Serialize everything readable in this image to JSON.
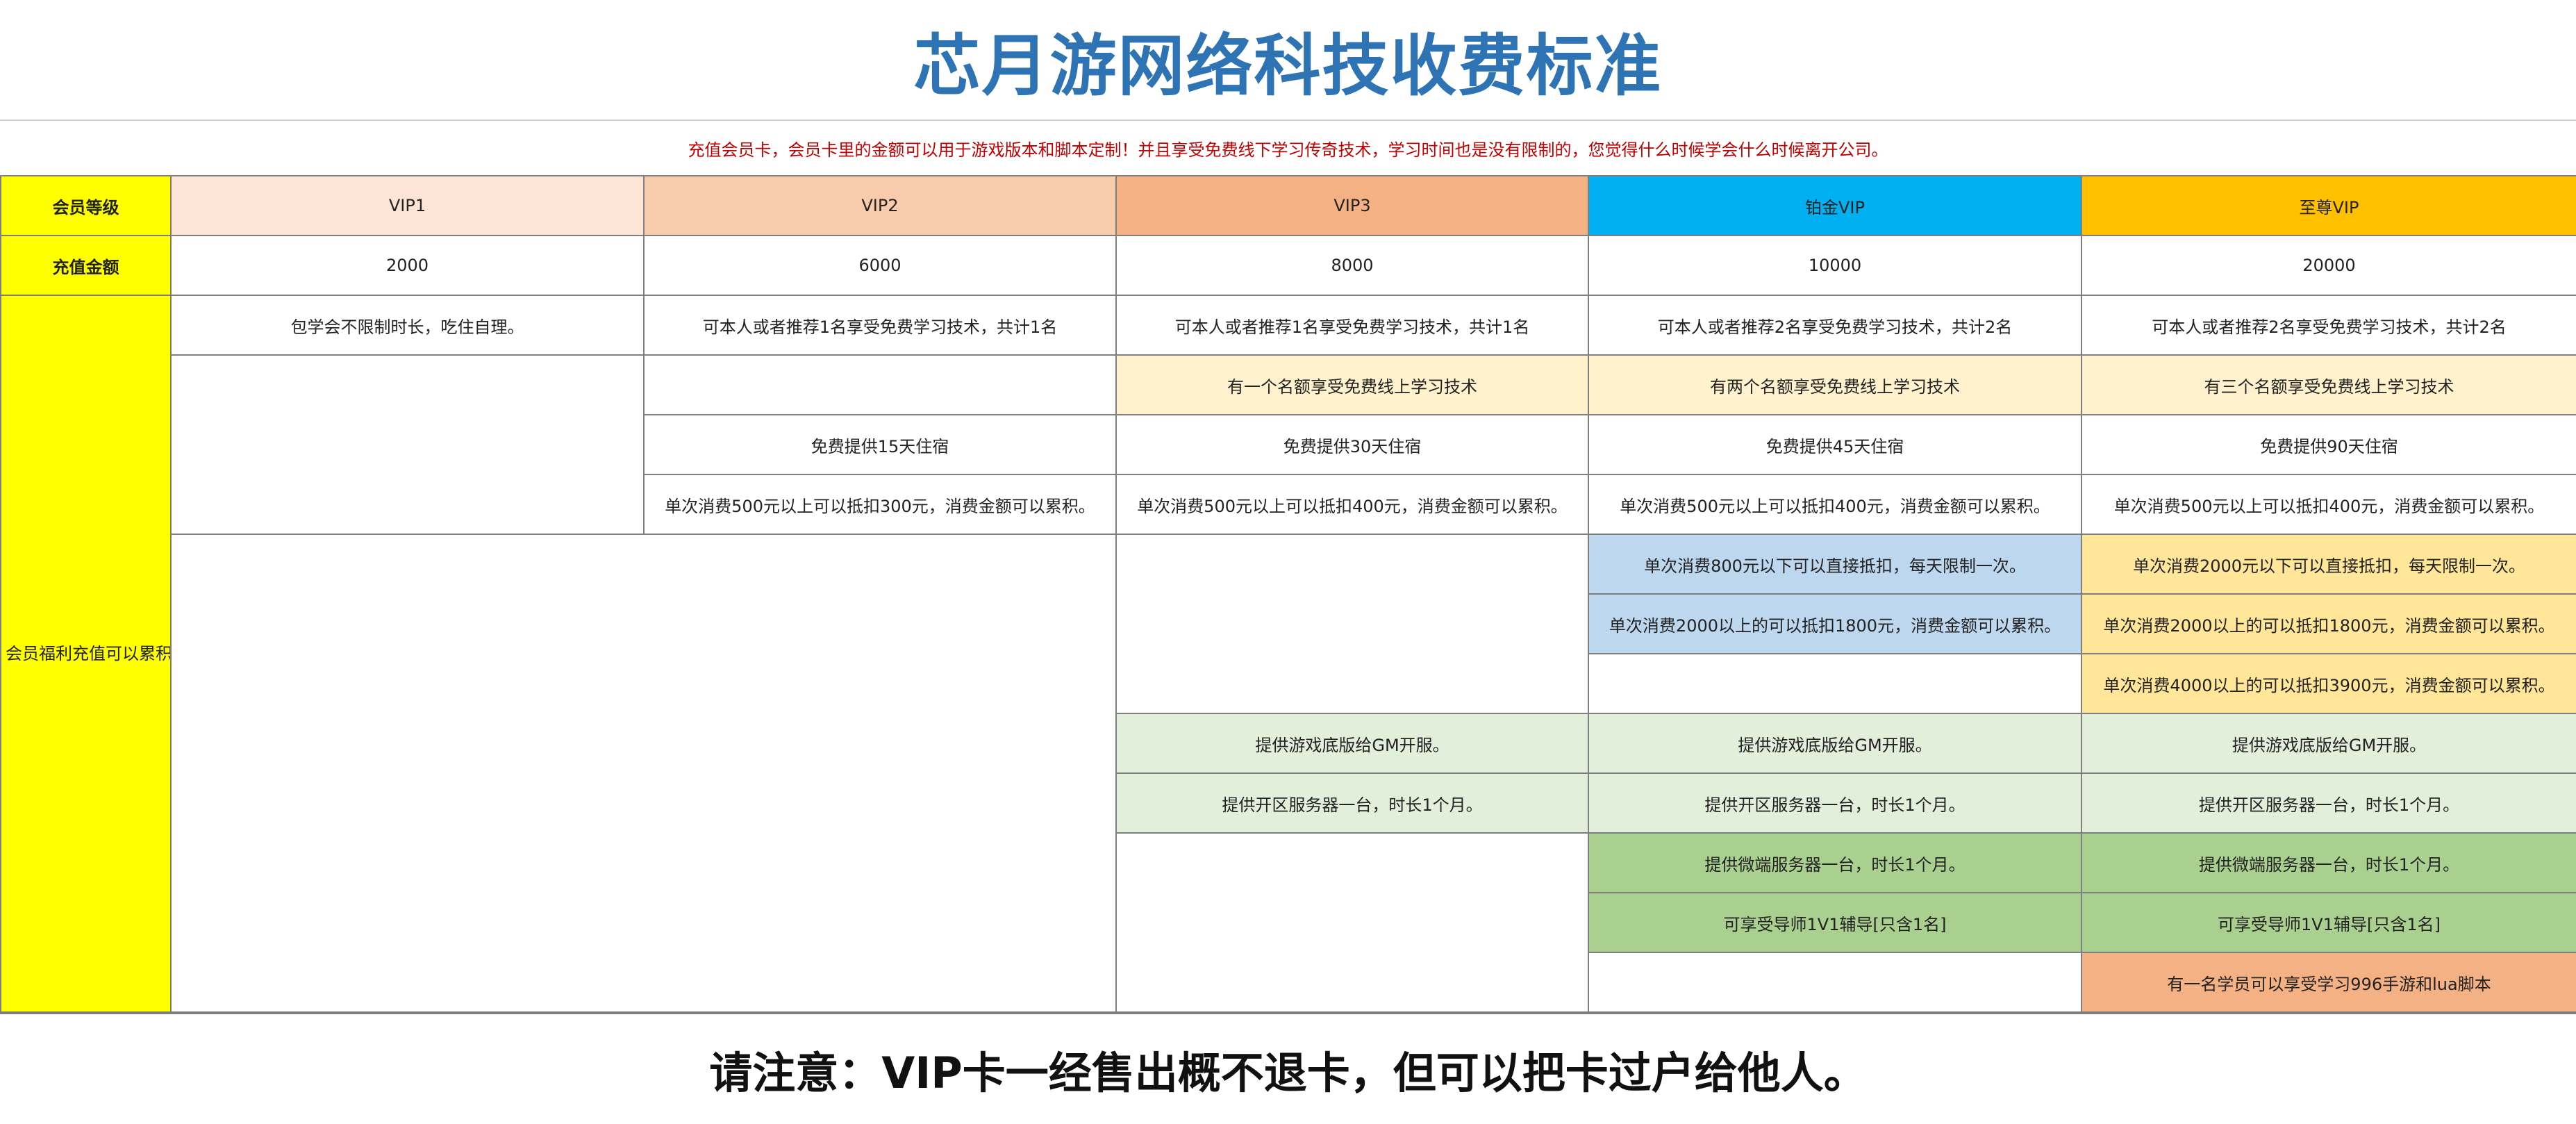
{
  "title": "芯月游网络科技收费标准",
  "subtitle": "充值会员卡，会员卡里的金额可以用于游戏版本和脚本定制！并且享受免费线下学习传奇技术，学习时间也是没有限制的，您觉得什么时候学会什么时候离开公司。",
  "table": {
    "level_label": "会员等级",
    "amount_label": "充值金额",
    "benefit_label": "会员福利充值可以累积提升VIP等级",
    "levels": [
      "VIP1",
      "VIP2",
      "VIP3",
      "铂金VIP",
      "至尊VIP"
    ],
    "amounts": [
      "2000",
      "6000",
      "8000",
      "10000",
      "20000"
    ],
    "benefits": {
      "row1": [
        "包学会不限制时长，吃住自理。",
        "可本人或者推荐1名享受免费学习技术，共计1名",
        "可本人或者推荐1名享受免费学习技术，共计1名",
        "可本人或者推荐2名享受免费学习技术，共计2名",
        "可本人或者推荐2名享受免费学习技术，共计2名"
      ],
      "online_study": [
        "有一个名额享受免费线上学习技术",
        "有两个名额享受免费线上学习技术",
        "有三个名额享受免费线上学习技术"
      ],
      "lodging": [
        "免费提供15天住宿",
        "免费提供30天住宿",
        "免费提供45天住宿",
        "免费提供90天住宿"
      ],
      "discount_basic": [
        "单次消费500元以上可以抵扣300元，消费金额可以累积。",
        "单次消费500元以上可以抵扣400元，消费金额可以累积。",
        "单次消费500元以上可以抵扣400元，消费金额可以累积。",
        "单次消费500元以上可以抵扣400元，消费金额可以累积。"
      ],
      "direct_deduct": [
        "单次消费800元以下可以直接抵扣，每天限制一次。",
        "单次消费2000元以下可以直接抵扣，每天限制一次。"
      ],
      "deduct_2000": [
        "单次消费2000以上的可以抵扣1800元，消费金额可以累积。",
        "单次消费2000以上的可以抵扣1800元，消费金额可以累积。"
      ],
      "deduct_4000": "单次消费4000以上的可以抵扣3900元，消费金额可以累积。",
      "gm_server": [
        "提供游戏底版给GM开服。",
        "提供游戏底版给GM开服。",
        "提供游戏底版给GM开服。"
      ],
      "zone_server": [
        "提供开区服务器一台，时长1个月。",
        "提供开区服务器一台，时长1个月。",
        "提供开区服务器一台，时长1个月。"
      ],
      "micro_server": [
        "提供微端服务器一台，时长1个月。",
        "提供微端服务器一台，时长1个月。"
      ],
      "mentor": [
        "可享受导师1V1辅导[只含1名]",
        "可享受导师1V1辅导[只含1名]"
      ],
      "script": "有一名学员可以享受学习996手游和lua脚本"
    }
  },
  "footer_notice": "请注意：VIP卡一经售出概不退卡，但可以把卡过户给他人。",
  "colors": {
    "title": "#2e74b5",
    "subtitle": "#c00000",
    "label_bg": "#ffff00",
    "vip1": "#fce4d6",
    "vip2": "#f8cbad",
    "vip3": "#f4b183",
    "platinum": "#00b0f0",
    "supreme": "#ffc000"
  }
}
